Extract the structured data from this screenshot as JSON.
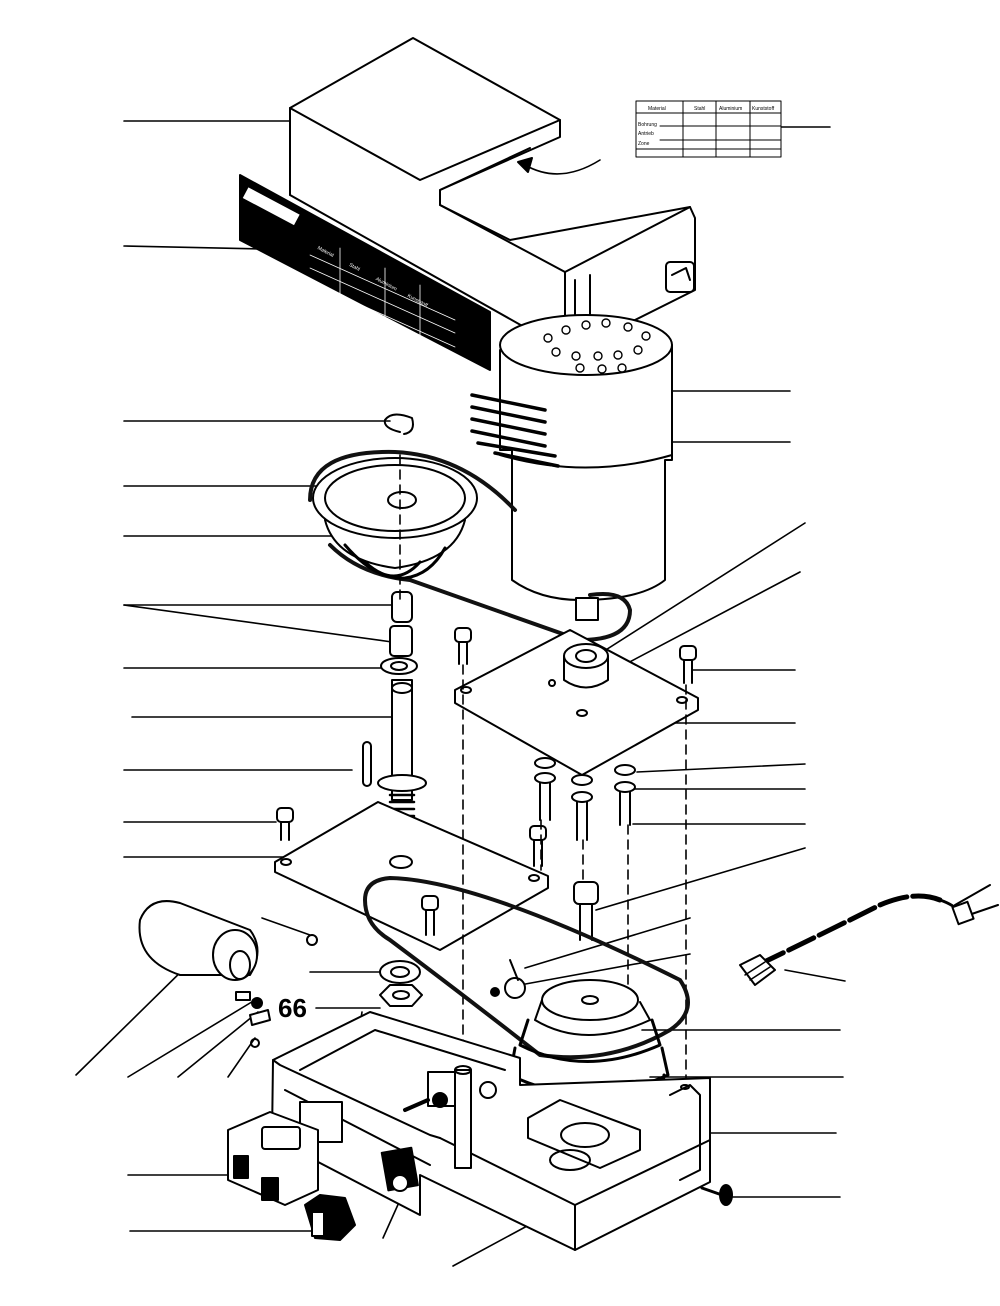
{
  "callout": {
    "label": "66"
  },
  "chart_table": {
    "headers": [
      "Material",
      "Stahl",
      "Aluminium",
      "Kunststoff"
    ],
    "rows": [
      "Bohrung",
      "Antrieb",
      "Zone"
    ]
  },
  "panel_label": {
    "headers": [
      "Material",
      "Stahl",
      "Aluminium",
      "Kunststoff"
    ]
  },
  "colors": {
    "line": "#000000",
    "background": "#ffffff",
    "belt": "#111111"
  }
}
